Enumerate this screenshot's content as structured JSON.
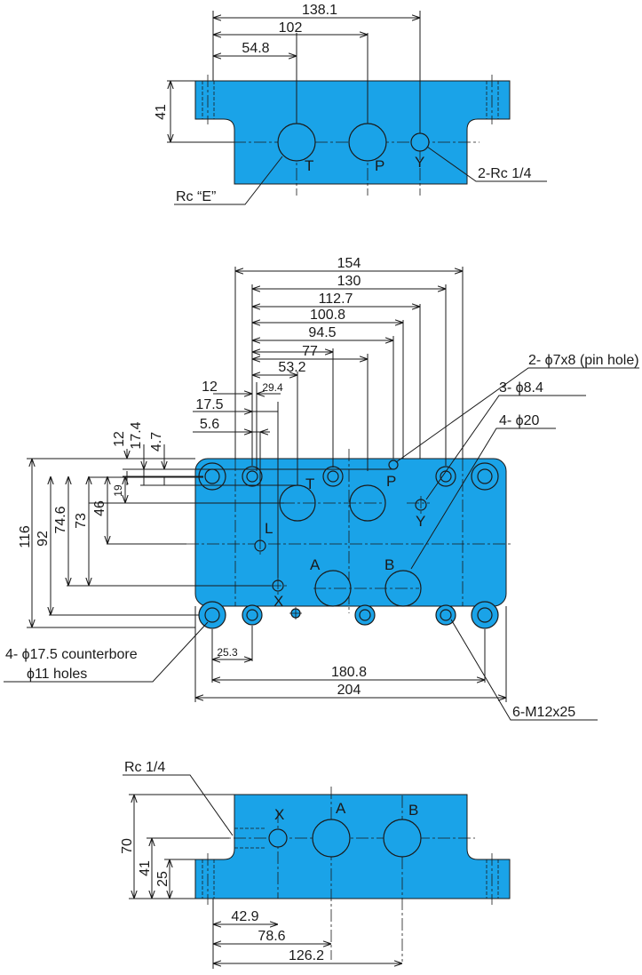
{
  "top_view": {
    "dims": [
      "138.1",
      "102",
      "54.8",
      "41"
    ],
    "ports": [
      "T",
      "P",
      "Y"
    ],
    "callouts": [
      "2-Rc 1/4",
      "Rc “E”"
    ]
  },
  "plan_view": {
    "dims_top": [
      "154",
      "130",
      "112.7",
      "100.8",
      "94.5",
      "77",
      "53.2",
      "29.4",
      "12",
      "17.5",
      "5.6"
    ],
    "dims_left_small": [
      "12",
      "17.4",
      "4.7"
    ],
    "dims_left": [
      "116",
      "92",
      "74.6",
      "73",
      "46",
      "19"
    ],
    "dims_bottom": [
      "25.3",
      "180.8",
      "204"
    ],
    "ports": [
      "T",
      "P",
      "Y",
      "L",
      "A",
      "B",
      "X"
    ],
    "callouts": {
      "pin_hole": "2- ϕ7x8 (pin hole)",
      "hole_84": "3- ϕ8.4",
      "hole_20": "4- ϕ20",
      "counterbore_1": "4- ϕ17.5 counterbore",
      "counterbore_2": "ϕ11 holes",
      "screws": "6-M12x25"
    }
  },
  "side_view": {
    "callout": "Rc 1/4",
    "ports": [
      "X",
      "A",
      "B"
    ],
    "dims_left": [
      "70",
      "41",
      "25"
    ],
    "dims_bottom": [
      "42.9",
      "78.6",
      "126.2"
    ]
  },
  "colors": {
    "body": "#1aa3e8",
    "line": "#1a1a1a"
  }
}
